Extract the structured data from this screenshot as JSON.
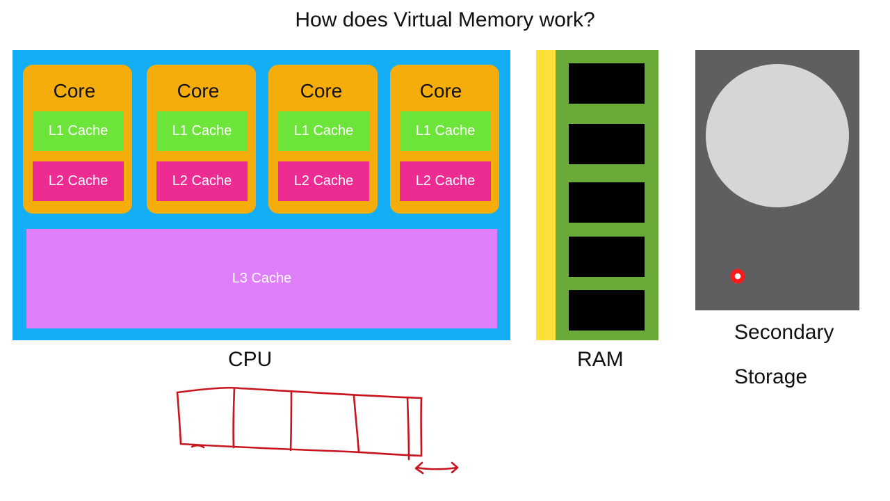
{
  "title": "How does Virtual Memory work?",
  "cpu": {
    "label": "CPU",
    "cores": [
      {
        "label": "Core",
        "l1": "L1 Cache",
        "l2": "L2 Cache"
      },
      {
        "label": "Core",
        "l1": "L1 Cache",
        "l2": "L2 Cache"
      },
      {
        "label": "Core",
        "l1": "L1 Cache",
        "l2": "L2 Cache"
      },
      {
        "label": "Core",
        "l1": "L1 Cache",
        "l2": "L2 Cache"
      }
    ],
    "l3": "L3 Cache"
  },
  "ram": {
    "label": "RAM"
  },
  "storage": {
    "label_line1": "Secondary",
    "label_line2": "Storage"
  },
  "colors": {
    "cpu": "#13aef5",
    "core": "#f5ad0c",
    "l1": "#6de43a",
    "l2": "#ec2c93",
    "l3": "#df80fa",
    "ram_board": "#6aaa38",
    "ram_strip": "#fbe03a",
    "storage_case": "#5f5e61",
    "platter": "#d6d5d8",
    "led": "#ff1a1a",
    "sketch": "#c8141e"
  }
}
